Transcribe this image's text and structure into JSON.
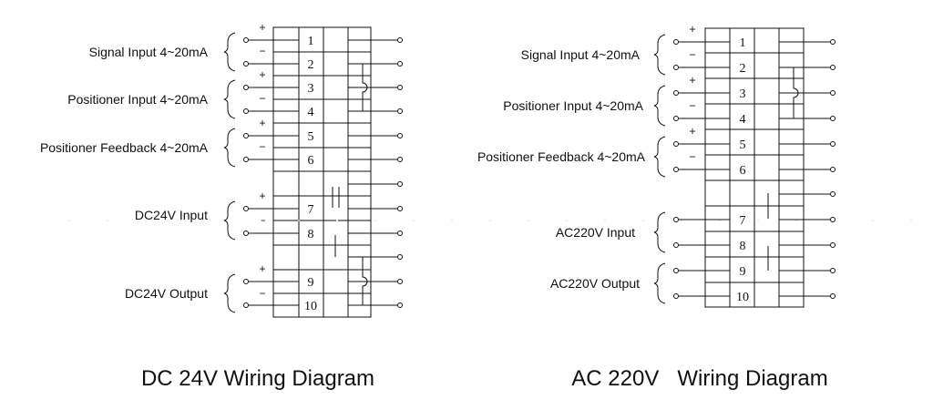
{
  "diagrams": [
    {
      "id": "dc",
      "title": "DC 24V Wiring Diagram",
      "terminals": [
        "1",
        "2",
        "3",
        "4",
        "5",
        "6",
        "7",
        "8",
        "9",
        "10"
      ],
      "groups": [
        {
          "label": "Signal Input 4~20mA",
          "plus": "+",
          "minus": "−"
        },
        {
          "label": "Positioner Input 4~20mA",
          "plus": "+",
          "minus": "−"
        },
        {
          "label": "Positioner Feedback 4~20mA",
          "plus": "+",
          "minus": "−"
        },
        {
          "label": "DC24V Input",
          "plus": "+",
          "minus": "−"
        },
        {
          "label": "DC24V Output",
          "plus": "+",
          "minus": "−"
        }
      ]
    },
    {
      "id": "ac",
      "title": "AC 220V   Wiring Diagram",
      "terminals": [
        "1",
        "2",
        "3",
        "4",
        "5",
        "6",
        "7",
        "8",
        "9",
        "10"
      ],
      "groups": [
        {
          "label": "Signal Input 4~20mA",
          "plus": "+",
          "minus": "−"
        },
        {
          "label": "Positioner Input 4~20mA",
          "plus": "+",
          "minus": "−"
        },
        {
          "label": "Positioner Feedback 4~20mA",
          "plus": "+",
          "minus": "−"
        },
        {
          "label": "AC220V  Input",
          "plus": "",
          "minus": ""
        },
        {
          "label": "AC220V Output",
          "plus": "",
          "minus": ""
        }
      ]
    }
  ]
}
